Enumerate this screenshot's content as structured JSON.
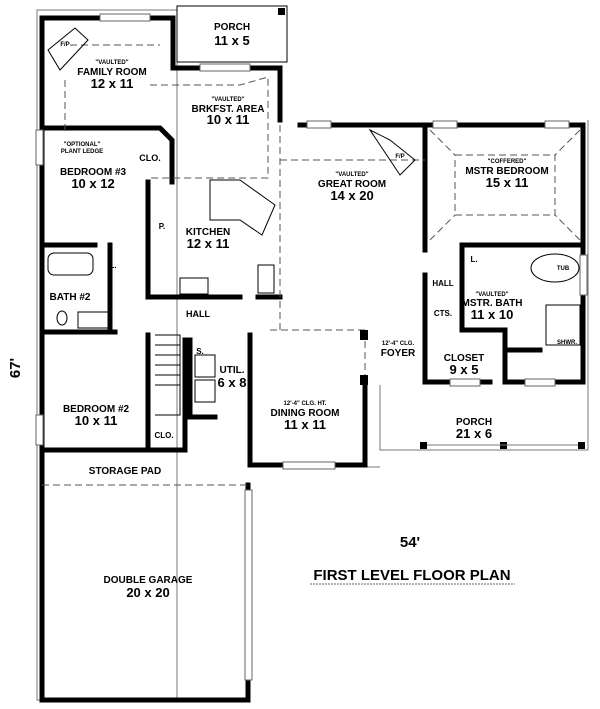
{
  "title": "FIRST LEVEL FLOOR PLAN",
  "dimensions": {
    "width": "54'",
    "depth": "67'"
  },
  "rooms": {
    "porch_top": {
      "name": "PORCH",
      "size": "11 x 5"
    },
    "family_room": {
      "note": "\"VAULTED\"",
      "name": "FAMILY ROOM",
      "size": "12 x 11",
      "fireplace": "F/P"
    },
    "breakfast": {
      "note": "\"VAULTED\"",
      "name": "BRKFST. AREA",
      "size": "10 x 11"
    },
    "plant_ledge": {
      "line1": "\"OPTIONAL\"",
      "line2": "PLANT LEDGE"
    },
    "bedroom3": {
      "name": "BEDROOM #3",
      "size": "10 x 12",
      "closet": "CLO."
    },
    "kitchen": {
      "name": "KITCHEN",
      "size": "12 x 11",
      "pantry": "P."
    },
    "bath2": {
      "name": "BATH #2",
      "linen": "L."
    },
    "hall": {
      "name": "HALL"
    },
    "great_room": {
      "note": "\"VAULTED\"",
      "name": "GREAT ROOM",
      "size": "14 x 20",
      "fireplace": "F/P"
    },
    "master_bedroom": {
      "note": "\"COFFERED\"",
      "name": "MSTR BEDROOM",
      "size": "15 x 11"
    },
    "master_hall": {
      "name": "HALL",
      "closet": "CTS."
    },
    "master_bath": {
      "note": "\"VAULTED\"",
      "name": "MSTR. BATH",
      "size": "11 x 10",
      "tub": "TUB",
      "shower": "SHWR.",
      "linen": "L."
    },
    "closet": {
      "name": "CLOSET",
      "size": "9 x 5"
    },
    "foyer": {
      "note": "12'-4\" CLG.",
      "name": "FOYER"
    },
    "utility": {
      "name": "UTIL.",
      "size": "6 x 8",
      "storage": "S."
    },
    "bedroom2": {
      "name": "BEDROOM #2",
      "size": "10 x 11",
      "closet": "CLO."
    },
    "dining_room": {
      "note": "12'-4\" CLG. HT.",
      "name": "DINING ROOM",
      "size": "11 x 11"
    },
    "porch_front": {
      "name": "PORCH",
      "size": "21 x 6"
    },
    "storage_pad": {
      "name": "STORAGE PAD"
    },
    "garage": {
      "name": "DOUBLE GARAGE",
      "size": "20 x 20"
    }
  }
}
